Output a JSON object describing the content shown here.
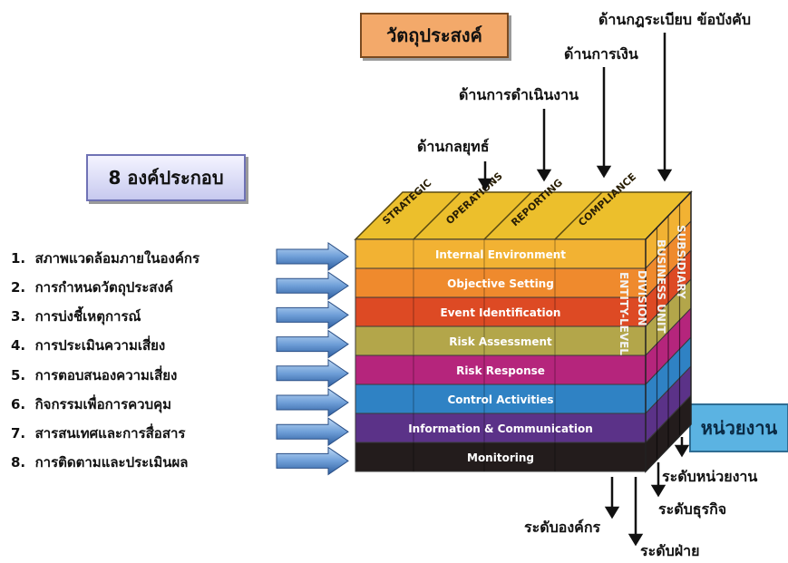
{
  "objectives_title": "วัตถุประสงค์",
  "components_title": "8 องค์ประกอบ",
  "units_title": "หน่วยงาน",
  "objective_dims": [
    "ด้านกลยุทธ์",
    "ด้านการดำเนินงาน",
    "ด้านการเงิน",
    "ด้านกฎระเบียบ ข้อบังคับ"
  ],
  "top_faces": [
    "STRATEGIC",
    "OPERATIONS",
    "REPORTING",
    "COMPLIANCE"
  ],
  "components": [
    {
      "num": "1.",
      "label": "สภาพแวดล้อมภายในองค์กร",
      "en": "Internal Environment",
      "color": "#f2b233"
    },
    {
      "num": "2.",
      "label": "การกำหนดวัตถุประสงค์",
      "en": "Objective Setting",
      "color": "#ef8a2d"
    },
    {
      "num": "3.",
      "label": "การบ่งชี้เหตุการณ์",
      "en": "Event Identification",
      "color": "#dd4a24"
    },
    {
      "num": "4.",
      "label": "การประเมินความเสี่ยง",
      "en": "Risk Assessment",
      "color": "#b3a64a"
    },
    {
      "num": "5.",
      "label": "การตอบสนองความเสี่ยง",
      "en": "Risk Response",
      "color": "#b5257c"
    },
    {
      "num": "6.",
      "label": "กิจกรรมเพื่อการควบคุม",
      "en": "Control Activities",
      "color": "#2f82c4"
    },
    {
      "num": "7.",
      "label": "สารสนเทศและการสื่อสาร",
      "en": "Information & Communication",
      "color": "#5b3288"
    },
    {
      "num": "8.",
      "label": "การติดตามและประเมินผล",
      "en": "Monitoring",
      "color": "#231c1c"
    }
  ],
  "side_faces": [
    "ENTITY-LEVEL",
    "DIVISION",
    "BUSINESS UNIT",
    "SUBSIDIARY"
  ],
  "unit_levels": [
    "ระดับองค์กร",
    "ระดับฝ่าย",
    "ระดับธุรกิจ",
    "ระดับหน่วยงาน"
  ]
}
